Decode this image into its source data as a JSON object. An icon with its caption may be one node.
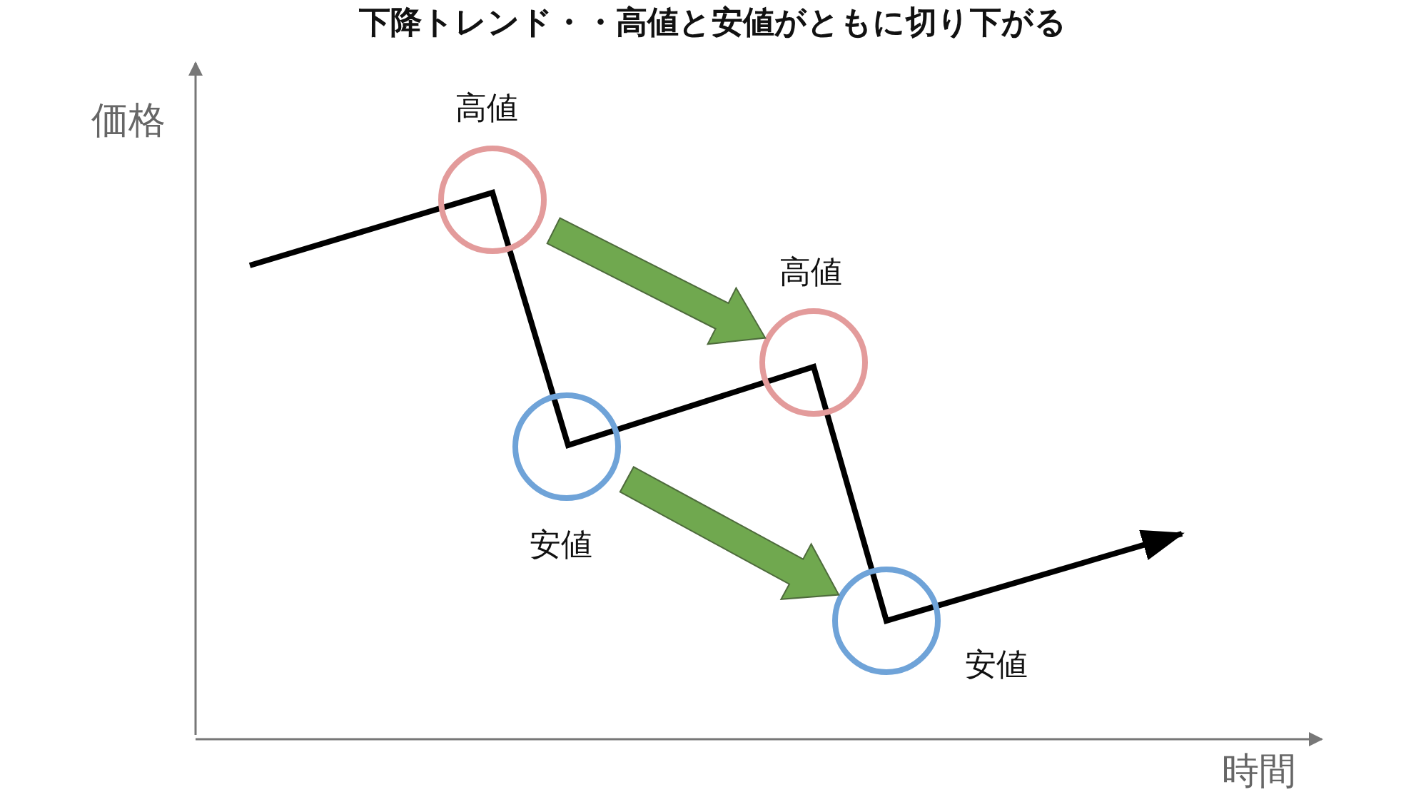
{
  "diagram": {
    "title": "下降トレンド・・高値と安値がともに切り下がる",
    "nodes": [
      {
        "text": [
          "高値"
        ]
      },
      {
        "text": [
          "安値"
        ]
      },
      {
        "text": [
          "高値"
        ]
      },
      {
        "text": [
          "安値"
        ]
      }
    ],
    "edges": [
      {
        "from": 0,
        "to": 2,
        "arrow": "to"
      },
      {
        "from": 1,
        "to": 3,
        "arrow": "to"
      }
    ],
    "labels": [
      "価格",
      "時間"
    ]
  }
}
